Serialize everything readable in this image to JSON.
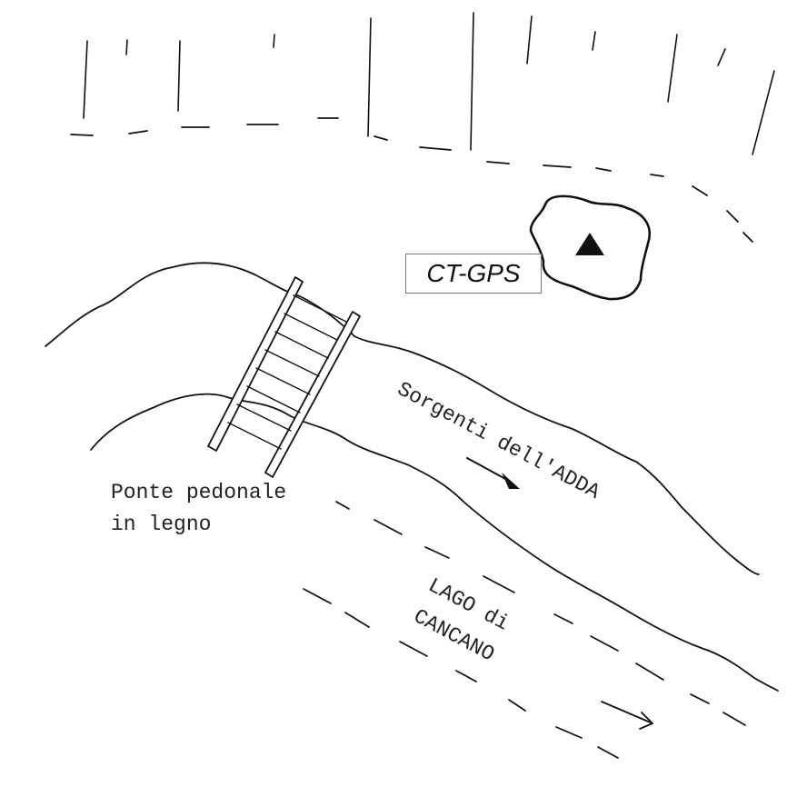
{
  "labels": {
    "station": "CT-GPS",
    "bridge_line1": "Ponte pedonale",
    "bridge_line2": "in legno",
    "river": "Sorgenti dell'ADDA",
    "lake_line1": "LAGO di",
    "lake_line2": "CANCANO"
  },
  "symbols": {
    "station_marker": "filled-triangle",
    "flow_arrow": "arrow-southeast"
  },
  "colors": {
    "ink": "#111111",
    "paper": "#ffffff"
  }
}
